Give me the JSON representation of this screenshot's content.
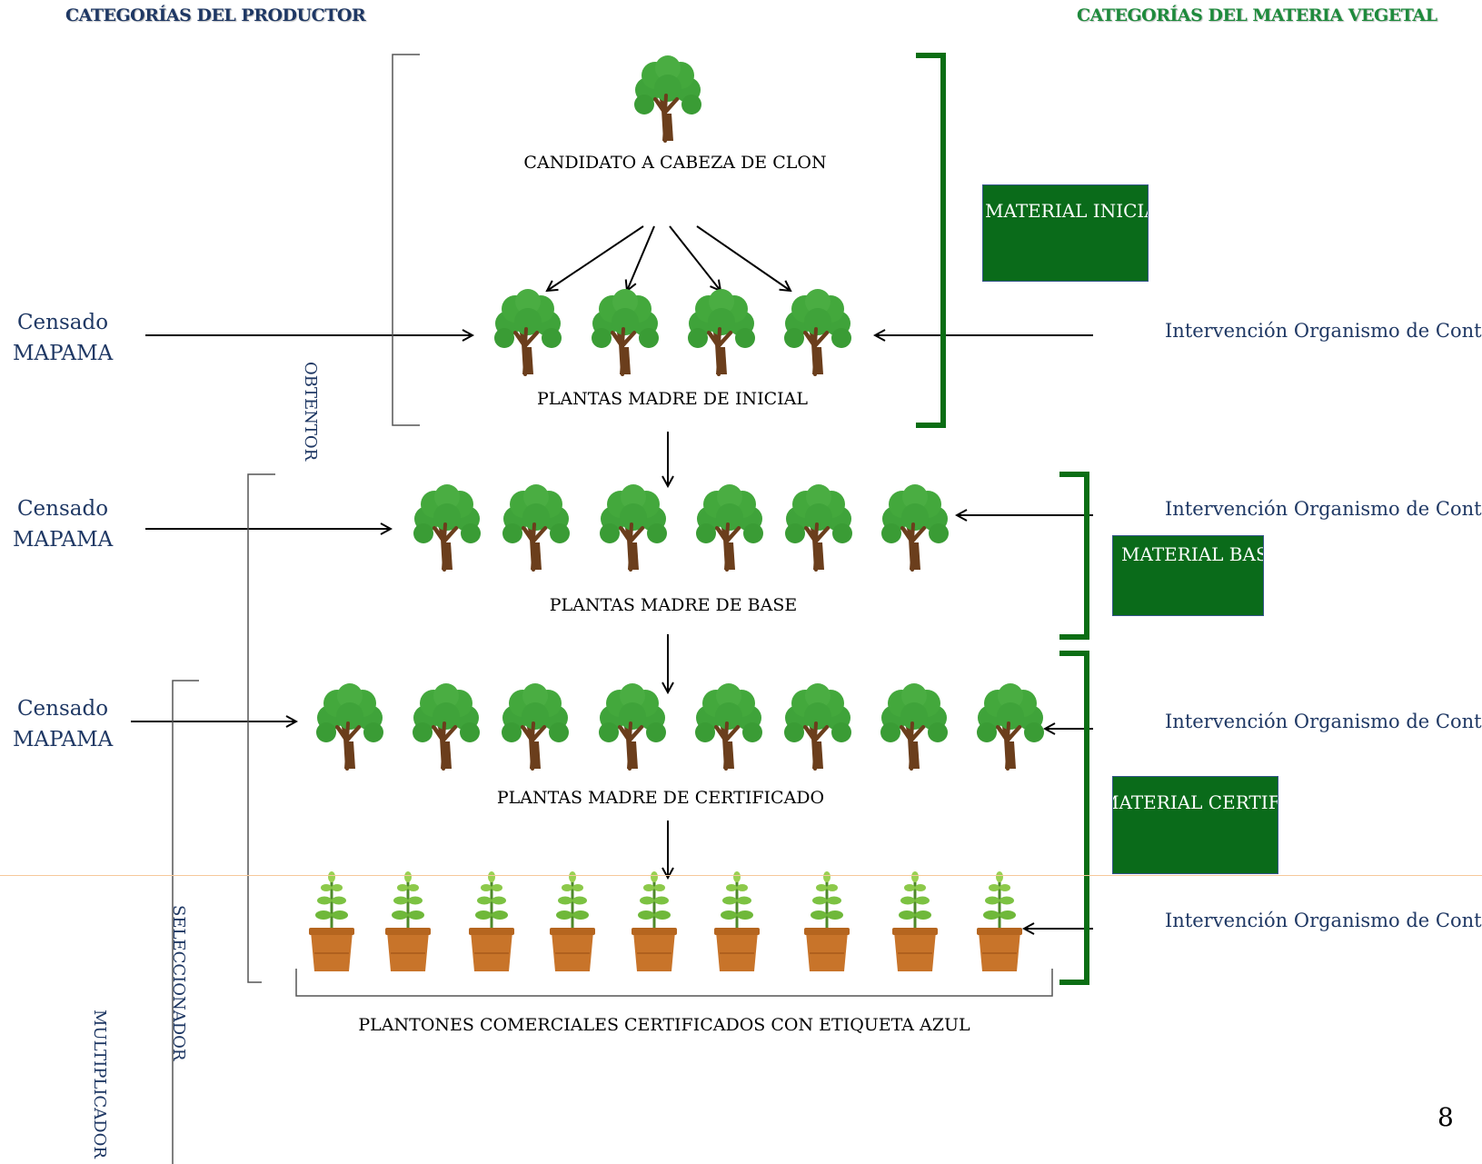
{
  "headers": {
    "left": "CATEGORÍAS DEL PRODUCTOR",
    "right": "CATEGORÍAS DEL MATERIA VEGETAL"
  },
  "levels": {
    "candidate": "CANDIDATO A CABEZA DE CLON",
    "initial": "PLANTAS MADRE DE INICIAL",
    "base": "PLANTAS MADRE DE BASE",
    "certified": "PLANTAS MADRE DE CERTIFICADO",
    "commercial": "PLANTONES COMERCIALES CERTIFICADOS CON ETIQUETA AZUL"
  },
  "censado": {
    "line1": "Censado",
    "line2": "MAPAMA"
  },
  "intervention": "Intervención Organismo de Control",
  "roles": {
    "obtentor": "OBTENTOR",
    "seleccionador": "SELECCIONADOR",
    "multiplicador": "MULTIPLICADOR"
  },
  "materials": {
    "initial": "MATERIAL INICIAL",
    "base": "MATERIAL BASE",
    "certified": "MATERIAL CERTIFICADO"
  },
  "page_number": "8",
  "colors": {
    "navy": "#1f3864",
    "green_header": "#1e8a3c",
    "material_box": "#0a6b1a",
    "bracket_green": "#0b6e14",
    "tree_leaf": "#3fa33a",
    "tree_trunk": "#6b3e1c",
    "pot": "#c8742a"
  },
  "counts": {
    "candidate_trees": 1,
    "initial_trees": 4,
    "base_trees": 6,
    "certified_trees": 8,
    "seedlings": 9
  }
}
